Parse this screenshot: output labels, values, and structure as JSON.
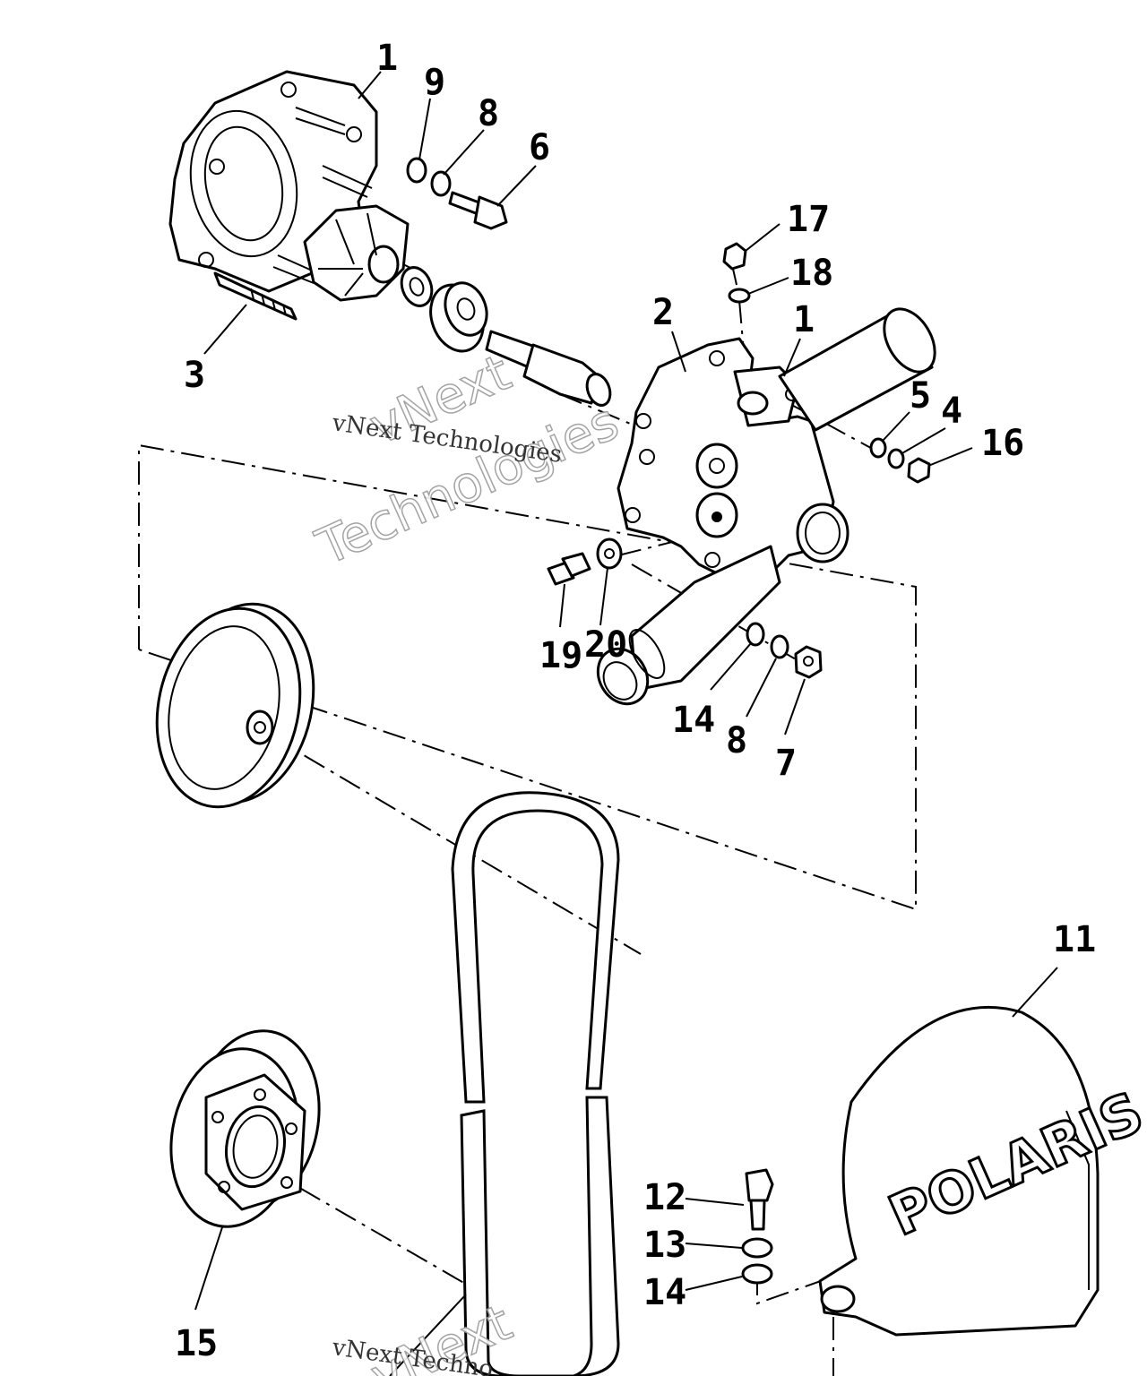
{
  "diagram": {
    "callouts": [
      {
        "id": "c1a",
        "label": "1"
      },
      {
        "id": "c9",
        "label": "9"
      },
      {
        "id": "c8a",
        "label": "8"
      },
      {
        "id": "c6",
        "label": "6"
      },
      {
        "id": "c17",
        "label": "17"
      },
      {
        "id": "c18",
        "label": "18"
      },
      {
        "id": "c2",
        "label": "2"
      },
      {
        "id": "c1b",
        "label": "1"
      },
      {
        "id": "c3",
        "label": "3"
      },
      {
        "id": "c5",
        "label": "5"
      },
      {
        "id": "c4",
        "label": "4"
      },
      {
        "id": "c16",
        "label": "16"
      },
      {
        "id": "c19",
        "label": "19"
      },
      {
        "id": "c20",
        "label": "20"
      },
      {
        "id": "c14a",
        "label": "14"
      },
      {
        "id": "c8b",
        "label": "8"
      },
      {
        "id": "c7",
        "label": "7"
      },
      {
        "id": "c11",
        "label": "11"
      },
      {
        "id": "c12",
        "label": "12"
      },
      {
        "id": "c13",
        "label": "13"
      },
      {
        "id": "c14b",
        "label": "14"
      },
      {
        "id": "c15",
        "label": "15"
      }
    ],
    "cover_logo": "POLARIS"
  },
  "watermark": {
    "brand_line_1": "vNext",
    "brand_line_2": "Technologies",
    "brand_full": "vNext Technologies",
    "brand_partial": "vNext Techno"
  }
}
